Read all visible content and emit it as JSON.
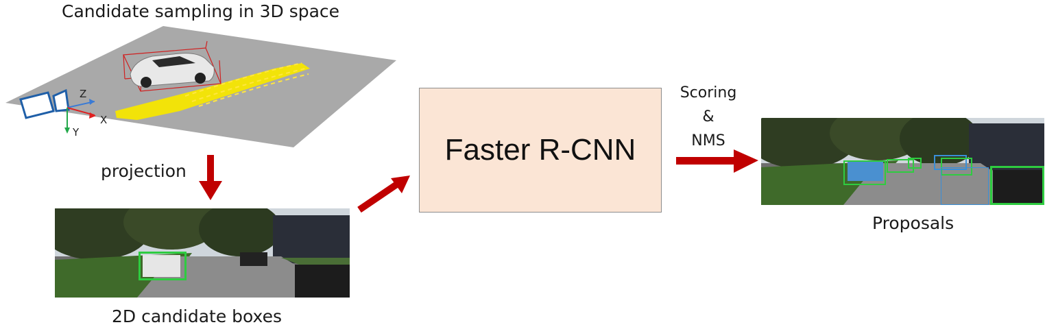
{
  "diagram": {
    "top_caption": "Candidate sampling in 3D space",
    "projection_label": "projection",
    "bottom_caption": "2D candidate boxes",
    "core_label": "Faster R-CNN",
    "scoring_label": "Scoring",
    "amp_label": "&",
    "nms_label": "NMS",
    "proposals_caption": "Proposals",
    "axis_z": "Z",
    "axis_x": "X",
    "axis_y": "Y"
  },
  "colors": {
    "arrow": "#c00000",
    "box_fill": "#fbe5d5",
    "ground": "#a9a9a9",
    "sample_trail": "#f5e600",
    "green_box": "#2ecc40",
    "blue_box": "#3a8fd8",
    "bbox_3d": "#d02020"
  }
}
